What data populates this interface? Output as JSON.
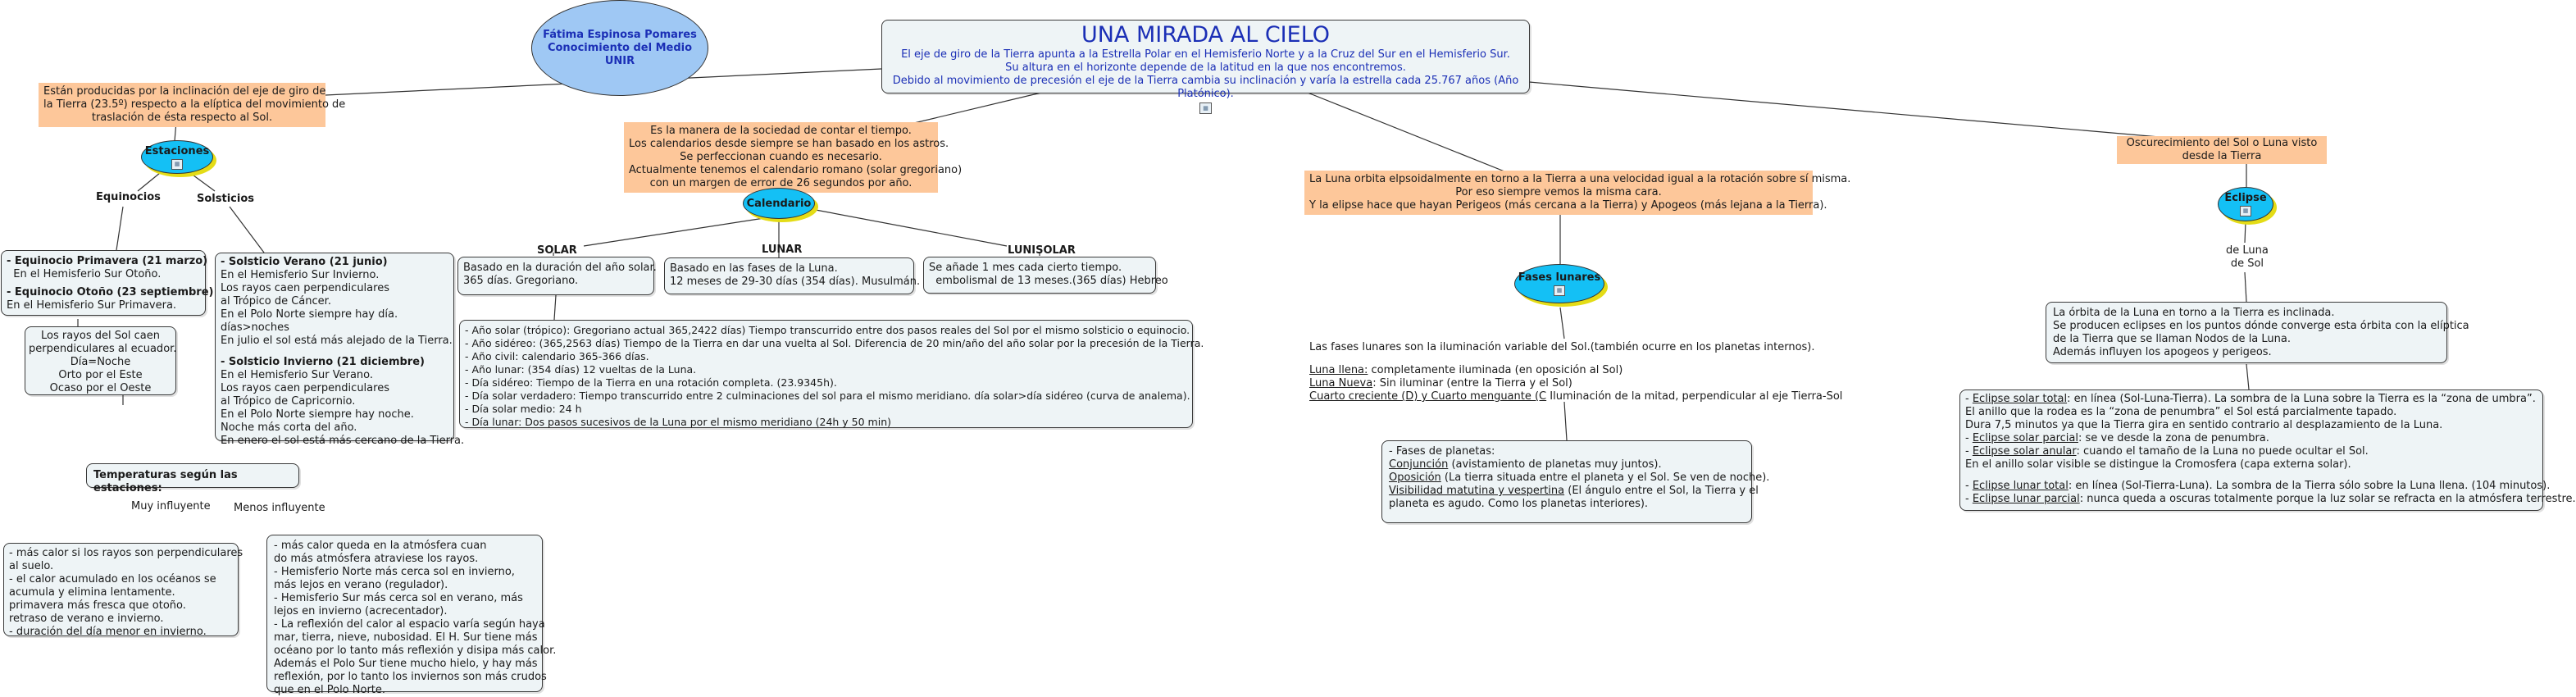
{
  "author": {
    "lines": [
      "Fátima Espinosa Pomares",
      "Conocimiento del Medio",
      "UNIR"
    ]
  },
  "main": {
    "title": "UNA MIRADA AL CIELO",
    "lines": [
      "El eje de giro de la Tierra apunta a la Estrella Polar en el Hemisferio Norte y a la Cruz del Sur en el Hemisferio Sur.",
      "Su altura en el horizonte depende de la latitud en la que nos encontremos.",
      "Debido al movimiento de precesión el eje de la Tierra cambia su inclinación y varía la estrella cada 25.767 años (Año Platónico)."
    ]
  },
  "seasons_cause": {
    "lines": [
      "Están producidas por la inclinación del eje de giro de",
      "la Tierra (23.5º) respecto a la elíptica del movimiento de",
      "traslación de ésta respecto al Sol."
    ]
  },
  "estaciones": {
    "label": "Estaciones"
  },
  "links": {
    "equinocios": "Equinocios",
    "solsticios": "Solsticios",
    "solar": "SOLAR",
    "lunar": "LUNAR",
    "lunisolar": "LUNISOLAR",
    "muy_influyente": "Muy influyente",
    "menos_influyente": "Menos influyente",
    "de_luna_1": "de Luna",
    "de_luna_2": "de Sol"
  },
  "equinox_box": {
    "l1": "- Equinocio Primavera (21 marzo)",
    "l2": "  En el Hemisferio Sur Otoño.",
    "l3": "- Equinocio Otoño (23 septiembre)",
    "l4": "En el Hemisferio Sur Primavera."
  },
  "equinox_rays": {
    "lines": [
      "Los rayos del Sol caen",
      "perpendiculares al ecuador.",
      "Día=Noche",
      "Orto por el Este",
      "Ocaso por el Oeste"
    ]
  },
  "solstice_box": {
    "h1": "- Solsticio Verano (21 junio)",
    "a": [
      "En el Hemisferio Sur Invierno.",
      "Los rayos caen perpendiculares",
      "al Trópico de Cáncer.",
      "En el Polo Norte siempre hay día.",
      "días>noches",
      "En julio el sol está más alejado de la Tierra."
    ],
    "h2": "- Solsticio Invierno (21 diciembre)",
    "b": [
      "En el Hemisferio Sur Verano.",
      "Los rayos caen perpendiculares",
      "al Trópico de Capricornio.",
      "En el Polo Norte siempre hay noche.",
      "Noche más corta del año.",
      "En enero el sol está más cercano de la Tierra."
    ]
  },
  "temperaturas": {
    "label": "Temperaturas según las estaciones:"
  },
  "muy_box": {
    "lines": [
      "- más calor si los rayos son perpendiculares",
      "al suelo.",
      "- el calor acumulado en los océanos se",
      "acumula y elimina lentamente.",
      "primavera más fresca que otoño.",
      "retraso de verano e invierno.",
      "- duración del día menor en invierno."
    ]
  },
  "menos_box": {
    "lines": [
      "- más calor queda en la atmósfera cuan",
      "do más atmósfera atraviese los rayos.",
      "- Hemisferio Norte más cerca sol en invierno,",
      "más lejos en verano (regulador).",
      "- Hemisferio Sur más cerca sol en verano, más",
      "lejos en invierno (acrecentador).",
      "- La reflexión del calor al espacio varía según haya",
      "mar, tierra, nieve, nubosidad. El H. Sur tiene más",
      "océano por lo tanto más reflexión y disipa más calor.",
      "Además el Polo Sur tiene mucho hielo, y hay más",
      "reflexión, por lo tanto los inviernos son más crudos",
      "que en el Polo Norte."
    ]
  },
  "calendar_desc": {
    "lines": [
      "Es la manera de la sociedad de contar el tiempo.",
      "Los calendarios desde siempre se han basado en los astros.",
      "Se perfeccionan cuando es necesario.",
      "Actualmente tenemos el calendario romano (solar gregoriano)",
      "con un margen de error de 26 segundos por año."
    ]
  },
  "calendario": {
    "label": "Calendario"
  },
  "solar_box": {
    "lines": [
      "Basado en la duración del año solar.",
      "365 días. Gregoriano."
    ]
  },
  "lunar_box": {
    "lines": [
      "Basado en las fases de la Luna.",
      "12 meses de 29-30 días (354 días). Musulmán."
    ]
  },
  "lunisolar_box": {
    "lines": [
      "Se añade 1 mes cada cierto tiempo.",
      "  embolismal de 13 meses.(365 días) Hebreo"
    ]
  },
  "year_box": {
    "lines": [
      "- Año solar (trópico): Gregoriano actual 365,2422 días) Tiempo transcurrido entre dos pasos reales del Sol por el mismo solsticio o equinocio.",
      "- Año sidéreo: (365,2563 días) Tiempo de la Tierra en dar una vuelta al Sol. Diferencia de 20 min/año del año solar por la precesión de la Tierra.",
      "- Año civil: calendario 365-366 días.",
      "- Año lunar: (354 días) 12 vueltas de la Luna.",
      "- Día sidéreo: Tiempo de la Tierra en una rotación completa. (23.9345h).",
      "- Día solar verdadero: Tiempo transcurrido entre 2 culminaciones del sol para el mismo meridiano. día solar>día sidéreo (curva de analema).",
      "- Día solar medio: 24 h",
      "- Día lunar: Dos pasos sucesivos de la Luna por el mismo meridiano (24h y 50 min)"
    ]
  },
  "luna_orbita": {
    "lines": [
      "La Luna orbita elpsoidalmente en torno a la Tierra a una velocidad igual a la rotación sobre sí misma.",
      "Por eso siempre vemos la misma cara.",
      "Y la elipse hace que hayan Perigeos (más cercana a la Tierra) y Apogeos (más lejana a la Tierra)."
    ]
  },
  "fases": {
    "label": "Fases lunares"
  },
  "fases_text": {
    "intro": "Las fases lunares son la iluminación variable del Sol.(también ocurre en los planetas internos).",
    "llena_k": "Luna llena:",
    "llena_v": " completamente iluminada (en oposición al Sol)",
    "nueva_k": "Luna Nueva",
    "nueva_v": ": Sin iluminar (entre la Tierra y el Sol)",
    "cuarto_k": "Cuarto creciente (D) y Cuarto menguante (C",
    "cuarto_v": " Iluminación de la mitad, perpendicular al eje Tierra-Sol"
  },
  "planet_box": {
    "l1": "- Fases de planetas:",
    "conj_k": "Conjunción",
    "conj_v": " (avistamiento de planetas muy juntos).",
    "opos_k": "Oposición",
    "opos_v": " (La tierra situada entre el planeta y el Sol. Se ven de noche).",
    "vis_k": "Visibilidad matutina y vespertina",
    "vis_v": " (El ángulo entre el Sol, la Tierra y el",
    "l5": "planeta es agudo. Como los planetas interiores)."
  },
  "oscurecimiento": {
    "label": "Oscurecimiento del Sol o Luna visto desde la Tierra"
  },
  "eclipse": {
    "label": "Eclipse"
  },
  "eclipse_orbit": {
    "lines": [
      "La órbita de la Luna en torno a la Tierra es inclinada.",
      "Se producen eclipses en los puntos dónde converge esta órbita con la elíptica",
      "de la Tierra que se llaman Nodos de la Luna.",
      "Además influyen los apogeos y perigeos."
    ]
  },
  "eclipse_types": {
    "t1_k": "Eclipse solar total",
    "t1_v": ": en línea (Sol-Luna-Tierra). La sombra de la Luna sobre la Tierra es la “zona de umbra”.",
    "t1_b": "El anillo que la rodea es la “zona de penumbra” el Sol está parcialmente tapado.",
    "t1_c": "Dura 7,5 minutos ya que la Tierra gira en sentido contrario al desplazamiento de la Luna.",
    "t2_k": "Eclipse solar parcial",
    "t2_v": ": se ve desde la zona de penumbra.",
    "t3_k": "Eclipse solar anular",
    "t3_v": ": cuando el tamaño de la Luna no puede ocultar el Sol.",
    "t3_b": "En el anillo solar visible se distingue la Cromosfera (capa externa solar).",
    "t4_k": "Eclipse lunar total",
    "t4_v": ": en línea (Sol-Tierra-Luna). La sombra de la Tierra sólo sobre la Luna llena. (104 minutos).",
    "t5_k": "Eclipse lunar parcial",
    "t5_v": ": nunca queda a oscuras totalmente porque la luz solar se refracta en la atmósfera terrestre."
  }
}
